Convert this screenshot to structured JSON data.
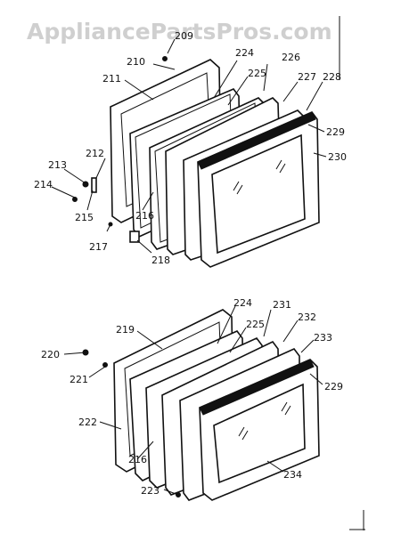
{
  "watermark": "AppliancePartsPros.com",
  "upper_assembly": {
    "labels": [
      "209",
      "210",
      "211",
      "212",
      "213",
      "214",
      "215",
      "216",
      "217",
      "218",
      "224",
      "225",
      "226",
      "227",
      "228",
      "229",
      "230"
    ]
  },
  "lower_assembly": {
    "labels": [
      "219",
      "220",
      "221",
      "222",
      "216",
      "223",
      "224",
      "225",
      "231",
      "232",
      "233",
      "229",
      "234"
    ]
  }
}
